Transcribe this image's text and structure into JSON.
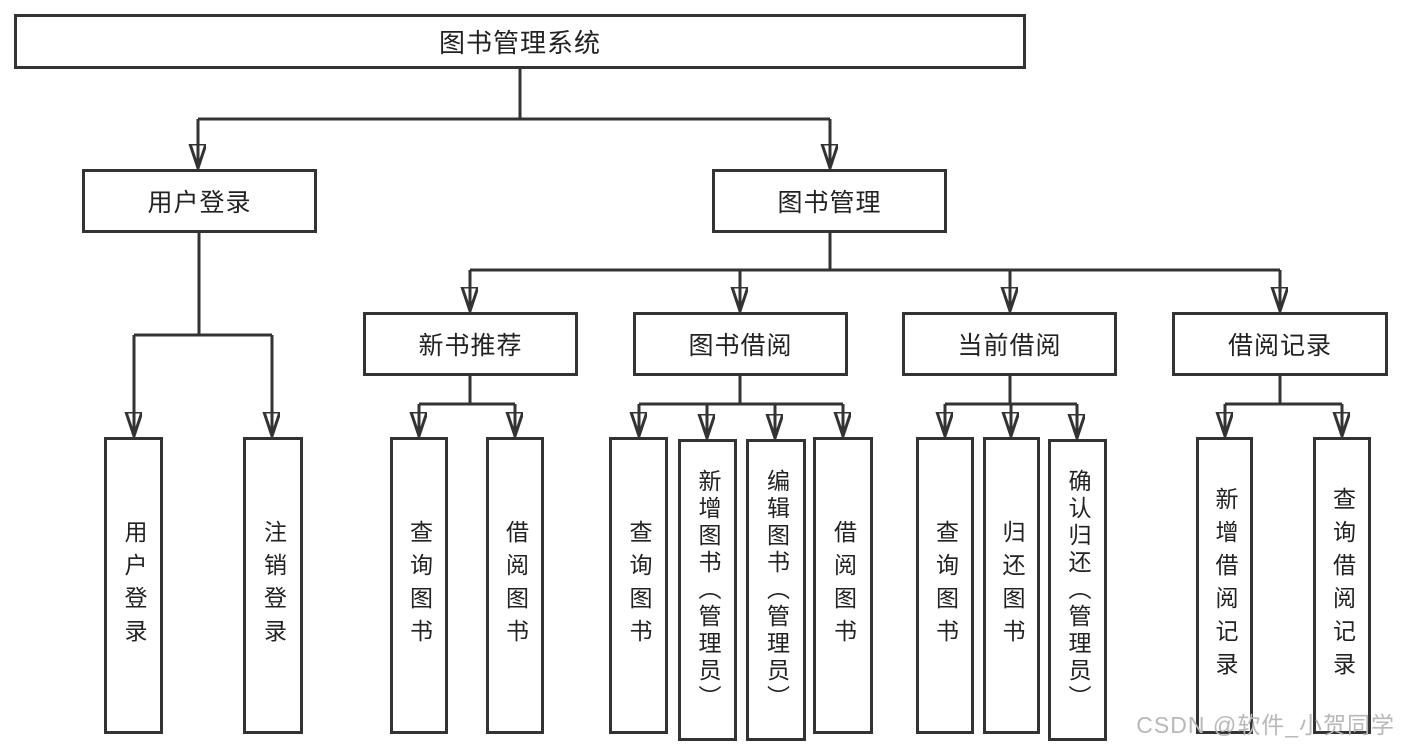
{
  "diagram": {
    "title": "图书管理系统",
    "nodes": {
      "root": "图书管理系统",
      "user_login": "用户登录",
      "book_management": "图书管理",
      "new_book_recommend": "新书推荐",
      "book_borrow": "图书借阅",
      "current_borrow": "当前借阅",
      "borrow_record": "借阅记录",
      "user_login_leaf": "用户登录",
      "logout_leaf": "注销登录",
      "nbr_query_book": "查询图书",
      "nbr_borrow_book": "借阅图书",
      "bb_query_book": "查询图书",
      "bb_add_book_admin": "新增图书（管理员）",
      "bb_edit_book_admin": "编辑图书（管理员）",
      "bb_borrow_book": "借阅图书",
      "cb_query_book": "查询图书",
      "cb_return_book": "归还图书",
      "cb_confirm_return_admin": "确认归还（管理员）",
      "br_add_record": "新增借阅记录",
      "br_query_record": "查询借阅记录"
    },
    "colors": {
      "line": "#333333",
      "text": "#222222",
      "box_background": "#ffffff"
    }
  },
  "watermark": {
    "text": "CSDN @软件_小贺同学",
    "color": "#b8b8b8"
  }
}
